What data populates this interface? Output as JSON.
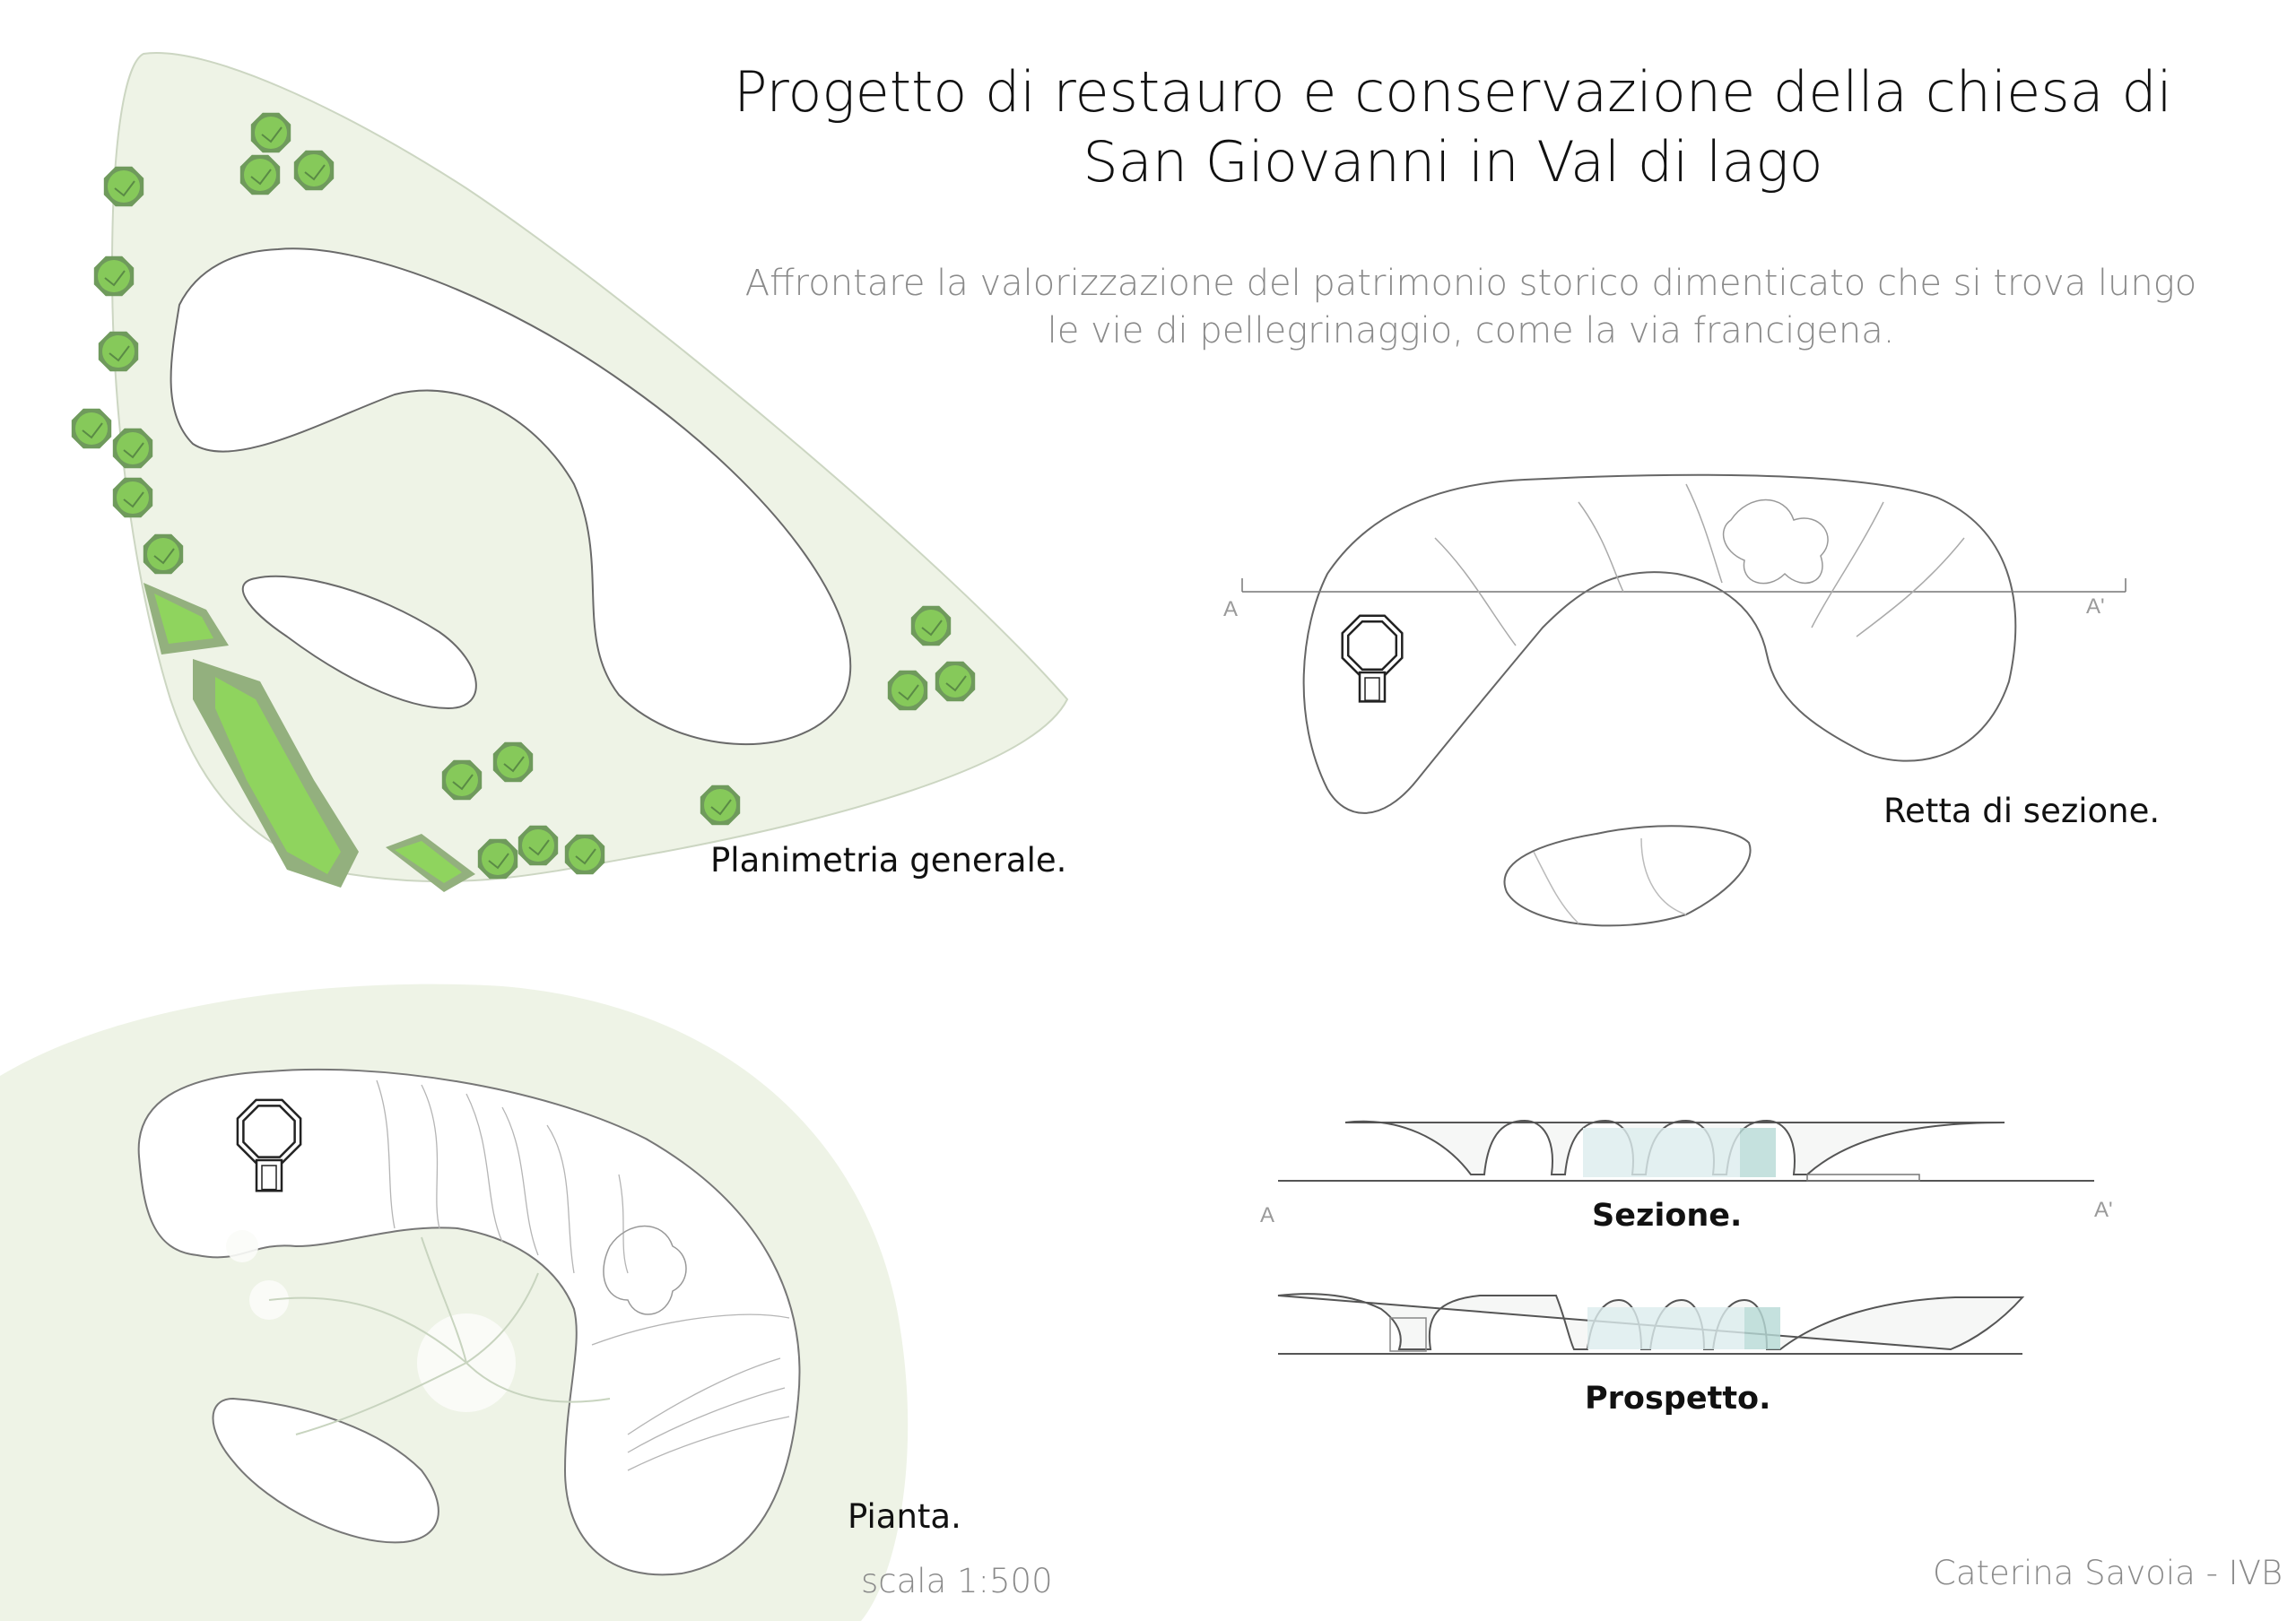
{
  "title": "Progetto di restauro e conservazione della chiesa di San Giovanni in Val di lago",
  "subtitle": "Affrontare la valorizzazione del patrimonio storico dimenticato che si trova lungo le vie di pellegrinaggio, come la via francigena.",
  "labels": {
    "planimetria": "Planimetria generale.",
    "retta": "Retta di sezione.",
    "sezione": "Sezione.",
    "prospetto": "Prospetto.",
    "pianta": "Pianta.",
    "scala": "scala 1:500"
  },
  "section_marks": {
    "start": "A",
    "end": "A'"
  },
  "author": "Caterina Savoia - IVB",
  "colors": {
    "lawn": "#eef3e6",
    "tree_fill": "#86c95a",
    "tree_edge": "#6f9a5c",
    "hedge_outer": "#93b07e",
    "hedge_inner": "#8fd45e",
    "line": "#555555",
    "glass": "#dcecee"
  }
}
